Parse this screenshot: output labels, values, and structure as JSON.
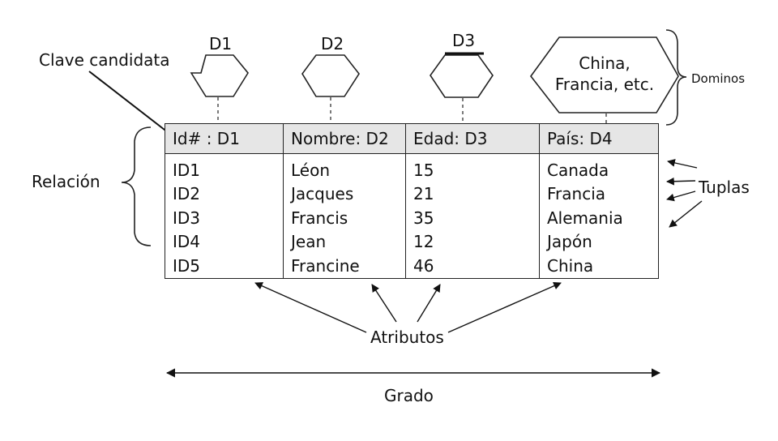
{
  "labels": {
    "clave_candidata": "Clave candidata",
    "relacion": "Relación",
    "dominios": "Dominos",
    "tuplas": "Tuplas",
    "atributos": "Atributos",
    "grado": "Grado"
  },
  "domains": [
    "D1",
    "D2",
    "D3"
  ],
  "domain4_lines": [
    "China,",
    "Francia, etc."
  ],
  "table": {
    "headers": [
      "Id# : D1",
      "Nombre: D2",
      "Edad: D3",
      "País: D4"
    ],
    "columns": [
      [
        "ID1",
        "ID2",
        "ID3",
        "ID4",
        "ID5"
      ],
      [
        "Léon",
        "Jacques",
        "Francis",
        "Jean",
        "Francine"
      ],
      [
        "15",
        "21",
        "35",
        "12",
        "46"
      ],
      [
        "Canada",
        "Francia",
        "Alemania",
        "Japón",
        "China"
      ]
    ]
  }
}
